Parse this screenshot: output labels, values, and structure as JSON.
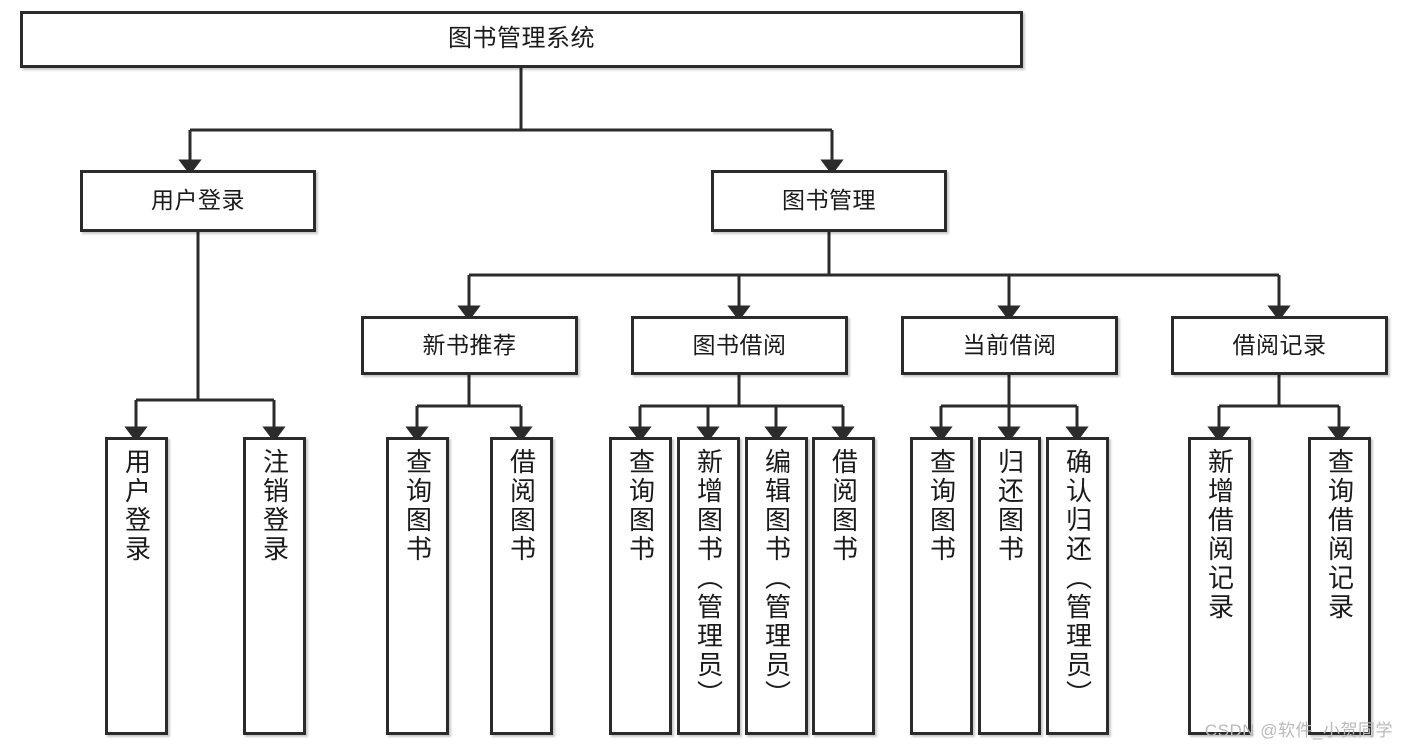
{
  "diagram": {
    "title": "图书管理系统",
    "type": "hierarchy-tree",
    "colors": {
      "box_border": "#2b2b2b",
      "box_fill": "#ffffff",
      "edge": "#2b2b2b",
      "text": "#1a1a1a",
      "watermark": "#b9b9b9"
    },
    "root": {
      "label": "图书管理系统"
    },
    "level2": [
      {
        "label": "用户登录"
      },
      {
        "label": "图书管理"
      }
    ],
    "level3": [
      {
        "label": "新书推荐"
      },
      {
        "label": "图书借阅"
      },
      {
        "label": "当前借阅"
      },
      {
        "label": "借阅记录"
      }
    ],
    "leaves": {
      "user_login": [
        {
          "label": "用户登录"
        },
        {
          "label": "注销登录"
        }
      ],
      "new_book_recommend": [
        {
          "label": "查询图书"
        },
        {
          "label": "借阅图书"
        }
      ],
      "book_borrow": [
        {
          "label": "查询图书"
        },
        {
          "label": "新增图书（管理员）"
        },
        {
          "label": "编辑图书（管理员）"
        },
        {
          "label": "借阅图书"
        }
      ],
      "current_borrow": [
        {
          "label": "查询图书"
        },
        {
          "label": "归还图书"
        },
        {
          "label": "确认归还（管理员）"
        }
      ],
      "borrow_record": [
        {
          "label": "新增借阅记录"
        },
        {
          "label": "查询借阅记录"
        }
      ]
    }
  },
  "watermark": {
    "text": "CSDN @软件_小贺同学"
  }
}
